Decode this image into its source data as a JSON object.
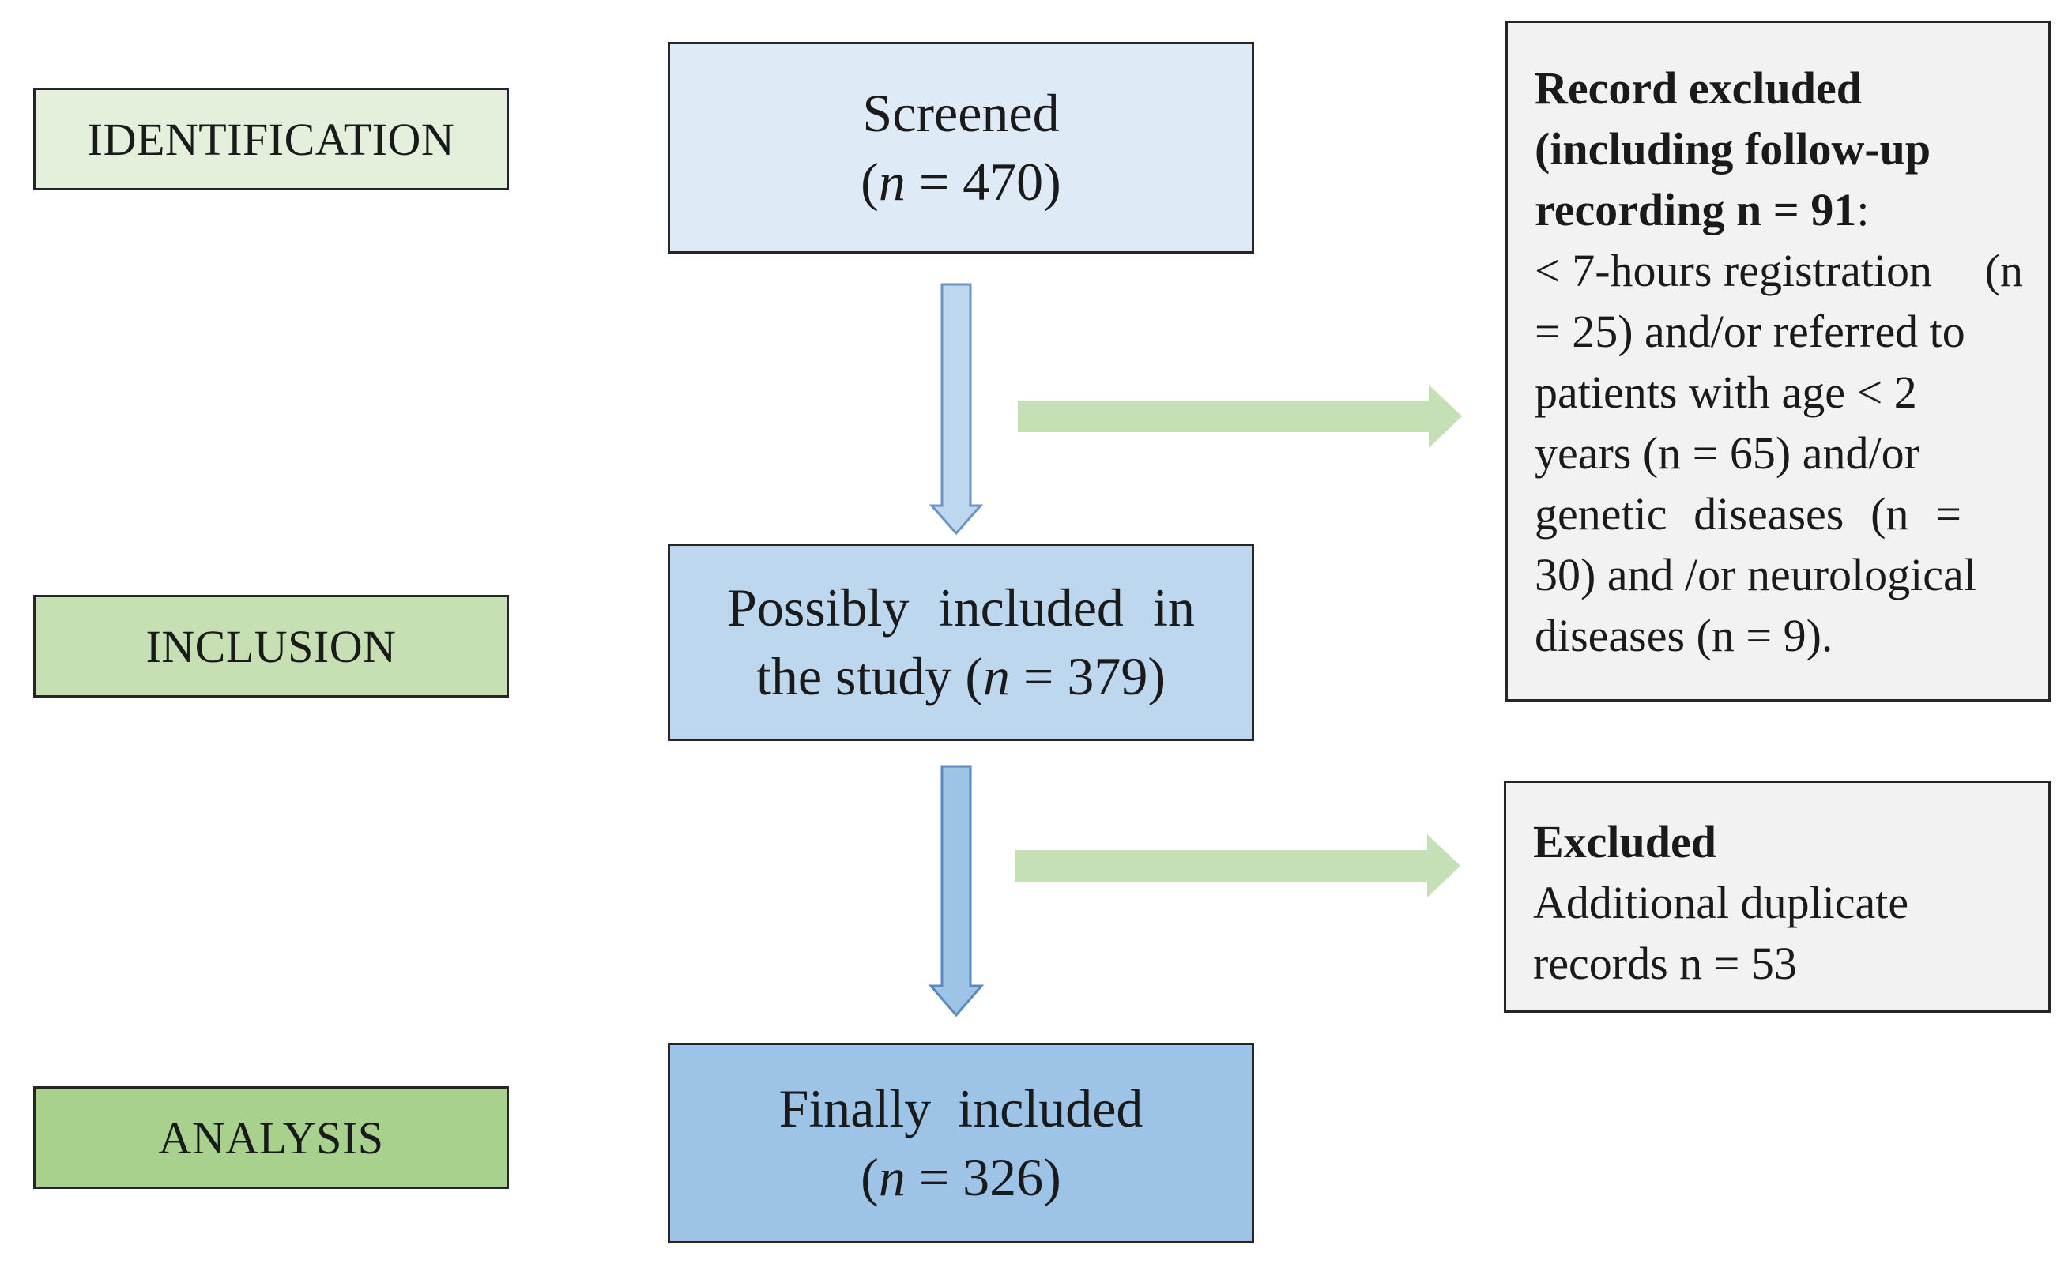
{
  "stages": {
    "identification": "IDENTIFICATION",
    "inclusion": "INCLUSION",
    "analysis": "ANALYSIS"
  },
  "boxes": {
    "screened": {
      "title": "Screened",
      "count_prefix": "(",
      "n_symbol": "n",
      "count_suffix": " = 470)"
    },
    "possibly_included": {
      "line1_words": [
        "Possibly",
        "included",
        "in"
      ],
      "line2_prefix": "the study (",
      "n_symbol": "n",
      "line2_suffix": " = 379)"
    },
    "finally_included": {
      "line1_words": [
        "Finally",
        "included"
      ],
      "count_prefix": "(",
      "n_symbol": "n",
      "count_suffix": " = 326)"
    }
  },
  "exclusions": {
    "record_excluded": {
      "heading_lines": [
        "Record excluded",
        "(including follow-up",
        "recording n = 91"
      ],
      "heading_tail": ":",
      "body_lines": [
        [
          "< 7-hours registration",
          "(n"
        ],
        [
          "= 25) and/or referred to"
        ],
        [
          "patients with age < 2"
        ],
        [
          "years (n = 65) and/or"
        ],
        [
          "genetic",
          "diseases",
          "(n",
          "="
        ],
        [
          "30) and /or neurological"
        ],
        [
          "diseases (n = 9)."
        ]
      ]
    },
    "duplicates": {
      "heading": "Excluded",
      "body_lines": [
        "Additional duplicate",
        "records n = 53"
      ]
    }
  },
  "colors": {
    "stage_identification": "#e5f0dc",
    "stage_inclusion": "#c6e0b4",
    "stage_analysis": "#a9d18e",
    "box_screened": "#deebf7",
    "box_possible": "#bdd7ee",
    "box_final": "#9dc3e6",
    "side_box": "#f2f2f2",
    "arrow_down_light": "#bdd7ee",
    "arrow_down_dark": "#9dc3e6",
    "arrow_right": "#c5e0b4"
  }
}
